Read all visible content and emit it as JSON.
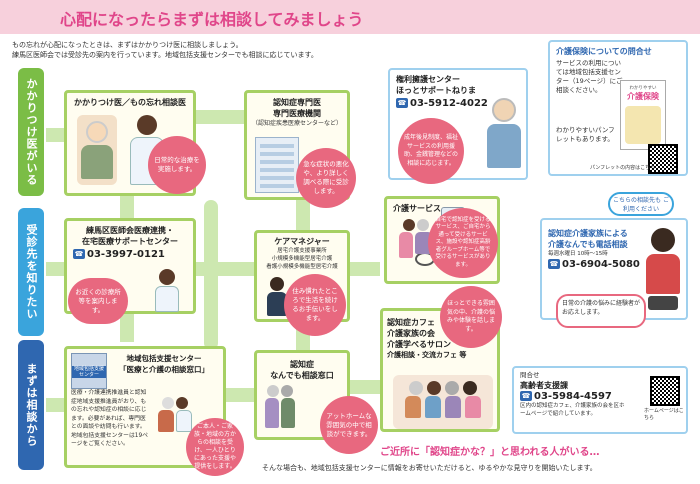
{
  "header": {
    "title": "心配になったらまずは相談してみましょう"
  },
  "intro": {
    "line1": "もの忘れが心配になったときは、まずはかかりつけ医に相談しましょう。",
    "line2": "練馬区医師会では受診先の案内を行っています。地域包括支援センターでも相談に応じています。"
  },
  "side_tabs": [
    {
      "label": "かかりつけ医がいる",
      "color": "#7bbd46"
    },
    {
      "label": "受診先を知りたい",
      "color": "#3aa4dc"
    },
    {
      "label": "まずは相談から",
      "color": "#2f67b0"
    }
  ],
  "doctor": {
    "title": "かかりつけ医／もの忘れ相談医",
    "bubble": "日常的な治療を実施します。"
  },
  "specialist": {
    "title": "認知症専門医",
    "subtitle": "専門医療機関",
    "note": "（認知症疾患医療センターなど）",
    "bubble": "急な症状の悪化や、より詳しく調べる際に受診します。"
  },
  "medassoc": {
    "title": "練馬区医師会医療連携・",
    "title2": "在宅医療サポートセンター",
    "phone": "03-3997-0121",
    "bubble": "お近くの診療所等を案内します。"
  },
  "caremanager": {
    "title": "ケアマネジャー",
    "lines": [
      "居宅介護支援事業所",
      "小規模多機能型居宅介護",
      "看護小規模多機能型居宅介護"
    ],
    "bubble": "住み慣れたところで生活を続けるお手伝いをします。"
  },
  "houkatsu": {
    "title": "地域包括支援センター",
    "subtitle": "「医療と介護の相談窓口」",
    "text": "医療・介護連携推進員と認知症地域支援推進員がおり、もの忘れや認知症の相談に応じます。必要があれば、専門医との面談や訪問も行います。地域包括支援センターは19ページをご覧ください。",
    "sign": "地域包括支援センター",
    "bubble": "ご本人・ご家族・地域の方からの相談を受け、一人ひとりにあった支援や提供をします。"
  },
  "nandemo": {
    "title": "認知症",
    "title2": "なんでも相談窓口",
    "bubble": "アットホームな雰囲気の中で相談ができます。"
  },
  "kenri": {
    "title": "権利擁護センター",
    "title2": "ほっとサポートねりま",
    "phone": "03-5912-4022",
    "bubble": "成年後見制度、福祉サービスの利用援助、金銭管理などの相談に応じます。"
  },
  "kaigoservice": {
    "title": "介護サービス",
    "bubble": "自宅で認知症を受けるサービス、ご自宅から通って受けるサービス、施設や認知症高齢者グループホーム等で受けるサービスがあります。"
  },
  "cafe": {
    "title": "認知症カフェ",
    "lines": [
      "介護家族の会",
      "介護学べるサロン",
      "介護相談・交流カフェ 等"
    ],
    "bubble": "ほっとできる雰囲気の中、介護の悩みや体験を話します。"
  },
  "insurance": {
    "title": "介護保険についての問合せ",
    "text": "サービスの利用については地域包括支援センター（19ページ）にご相談ください。",
    "pamphlet_note": "わかりやすいパンフレットもあります。",
    "pamphlet_title": "介護保険",
    "pamphlet_small": "わかりやすい",
    "pamphlet_caption": "パンフレットの内容はこちら"
  },
  "phoneline": {
    "badge": "こちらの相談先も ご利用ください",
    "title": "認知症介護家族による",
    "title2": "介護なんでも電話相談",
    "hours": "毎週水曜日 10時～15時",
    "phone": "03-6904-5080",
    "bubble": "日常の介護の悩みに経験者がお応えします。"
  },
  "koureisha": {
    "label": "問合せ",
    "title": "高齢者支援課",
    "phone": "03-5984-4597",
    "text": "区内の認知症カフェ、介護家族の会を区ホームページで紹介しています。",
    "hp_note": "ホームページはこちら"
  },
  "bottom": {
    "title": "ご近所に「認知症かな？」と思われる人がいる…",
    "note": "そんな場合も、地域包括支援センターに情報をお寄せいただけると、ゆるやかな見守りを開始いたします。"
  },
  "colors": {
    "accent_pink": "#e0468a",
    "bubble_pink": "#e8687f",
    "green": "#7bbd46",
    "blue": "#3aa4dc",
    "navy": "#2f67b0"
  }
}
